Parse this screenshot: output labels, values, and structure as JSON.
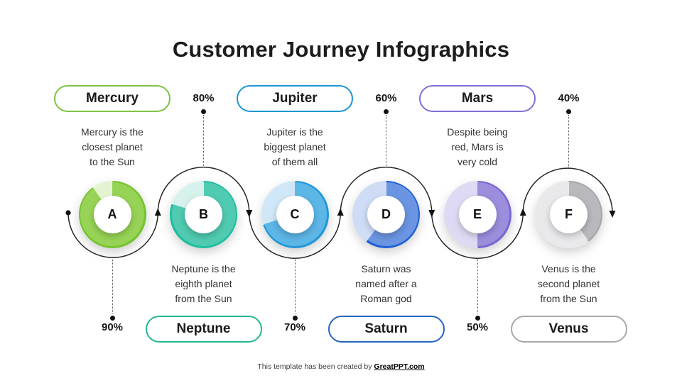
{
  "slide": {
    "title": "Customer Journey Infographics",
    "footer": {
      "prefix": "This template has been created by ",
      "link_label": "GreatPPT.com"
    }
  },
  "steps": [
    {
      "letter": "A",
      "planet": "Mercury",
      "percent": "90%",
      "value": 90,
      "description": "Mercury is the\nclosest planet\nto the Sun",
      "label_position": "top",
      "colors": {
        "main": "#97d356",
        "stroke": "#74c42e",
        "light": "#e4f4d3",
        "pill_border": "#7dc242"
      }
    },
    {
      "letter": "B",
      "planet": "Neptune",
      "percent": "80%",
      "value": 80,
      "description": "Neptune is the\neighth planet\nfrom the Sun",
      "label_position": "bottom",
      "colors": {
        "main": "#50cbb1",
        "stroke": "#1fbd9f",
        "light": "#d7f2ec",
        "pill_border": "#26b793"
      }
    },
    {
      "letter": "C",
      "planet": "Jupiter",
      "percent": "70%",
      "value": 70,
      "description": "Jupiter is the\nbiggest planet\nof them all",
      "label_position": "top",
      "colors": {
        "main": "#5cb6e6",
        "stroke": "#2397d8",
        "light": "#cfe7f7",
        "pill_border": "#1e96d2"
      }
    },
    {
      "letter": "D",
      "planet": "Saturn",
      "percent": "60%",
      "value": 60,
      "description": "Saturn was\nnamed after a\nRoman god",
      "label_position": "bottom",
      "colors": {
        "main": "#6b95e2",
        "stroke": "#2160d4",
        "light": "#cedcf5",
        "pill_border": "#2465c0"
      }
    },
    {
      "letter": "E",
      "planet": "Mars",
      "percent": "50%",
      "value": 50,
      "description": "Despite being\nred, Mars is\nvery cold",
      "label_position": "top",
      "colors": {
        "main": "#9c8edd",
        "stroke": "#7a68d3",
        "light": "#dedaf4",
        "pill_border": "#7e6fd8"
      }
    },
    {
      "letter": "F",
      "planet": "Venus",
      "percent": "40%",
      "value": 40,
      "description": "Venus is the\nsecond planet\nfrom the Sun",
      "label_position": "bottom",
      "colors": {
        "main": "#b9b8bd",
        "stroke": "#a6a5ab",
        "light": "#e9e9eb",
        "pill_border": "#a8a7ac"
      }
    }
  ]
}
